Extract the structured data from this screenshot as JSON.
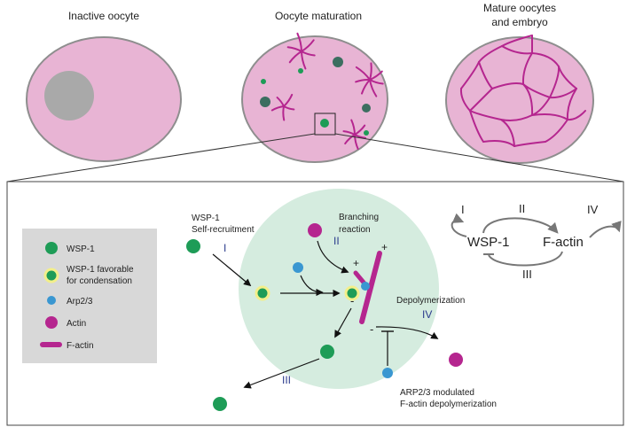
{
  "stages": {
    "inactive": "Inactive oocyte",
    "maturation": "Oocyte maturation",
    "mature_line1": "Mature oocytes",
    "mature_line2": "and embryo"
  },
  "legend": {
    "wsp1": "WSP-1",
    "wsp1_favorable_line1": "WSP-1 favorable",
    "wsp1_favorable_line2": "for condensation",
    "arp23": "Arp2/3",
    "actin": "Actin",
    "factin": "F-actin"
  },
  "annotations": {
    "self_recruit_line1": "WSP-1",
    "self_recruit_line2": "Self-recruitment",
    "branching_line1": "Branching",
    "branching_line2": "reaction",
    "depolymerization": "Depolymerization",
    "arp_mod_line1": "ARP2/3 modulated",
    "arp_mod_line2": "F-actin depolymerization",
    "plus1": "+",
    "plus2": "+",
    "minus1": "-",
    "minus2": "-",
    "roman_I": "I",
    "roman_II": "II",
    "roman_III": "III",
    "roman_IV": "IV"
  },
  "cycle": {
    "wsp1": "WSP-1",
    "factin": "F-actin",
    "I": "I",
    "II": "II",
    "III": "III",
    "IV": "IV"
  },
  "colors": {
    "cell_fill": "#e8b4d4",
    "nucleus": "#a9a9a9",
    "actin_magenta": "#b5268f",
    "wsp1_green": "#1e9c57",
    "condensate_dark": "#3c6e60",
    "arp_blue": "#3a97d1",
    "halo_yellow": "#f3ef8a",
    "droplet": "#d5ecdf",
    "legend_bg": "#d8d8d8"
  }
}
